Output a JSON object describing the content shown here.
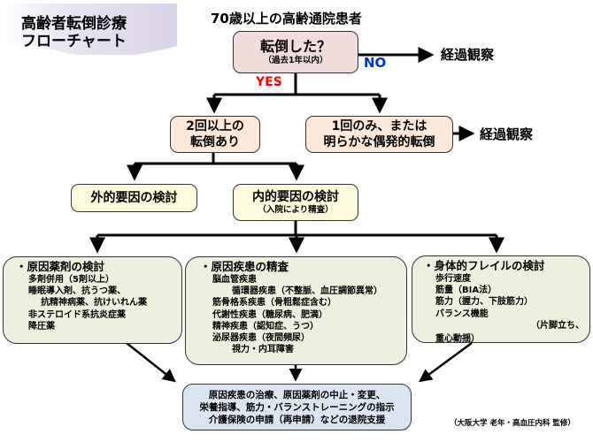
{
  "title": {
    "line1": "高齢者転倒診療",
    "line2": "フローチャート"
  },
  "start": {
    "label": "70歳以上の高齢通院患者"
  },
  "question": {
    "main": "転倒した？",
    "sub": "（過去1年以内）",
    "yes_label": "YES",
    "no_label": "NO",
    "no_outcome": "経過観察"
  },
  "branch_multiple": {
    "line1": "2回以上の",
    "line2": "転倒あり"
  },
  "branch_single": {
    "line1": "1回のみ、または",
    "line2": "明らかな偶発的転倒",
    "outcome": "経過観察"
  },
  "external": {
    "label": "外的要因の検討"
  },
  "internal": {
    "label": "内的要因の検討",
    "sub": "（入院により精査）"
  },
  "drugs": {
    "heading": "・原因薬剤の検討",
    "items": [
      "多剤併用（5剤以上）",
      "睡眠導入剤、抗うつ薬、",
      "抗精神病薬、抗けいれん薬",
      "非ステロイド系抗炎症薬",
      "降圧薬"
    ]
  },
  "diseases": {
    "heading": "・原因疾患の精査",
    "items": [
      "脳血管疾患",
      "循環器疾患（不整脈、血圧調節異常）",
      "筋骨格系疾患（骨粗鬆症含む）",
      "代謝性疾患（糖尿病、肥満）",
      "精神疾患（認知症、うつ）",
      "泌尿器疾患（夜間頻尿）",
      "視力・内耳障害"
    ]
  },
  "frailty": {
    "heading": "・身体的フレイルの検討",
    "items": [
      "歩行速度",
      "筋量（BIA法）",
      "筋力（握力、下肢筋力）",
      "バランス機能",
      "（片脚立ち、",
      "重心動揺）"
    ]
  },
  "final": {
    "line1": "原因疾患の治療、原因薬剤の中止・変更、",
    "line2": "栄養指導、筋力・バランストレーニングの指示",
    "line3": "介護保険の申請（再申請）などの退院支援"
  },
  "credit": "（大阪大学 老年・高血圧内科 監修）",
  "colors": {
    "yes": "#ff0000",
    "no": "#0033cc",
    "question_fill": "#f2dcdb",
    "branch_fill": "#fce9d9",
    "factor_fill": "#fdfadc",
    "detail_fill": "#ebf1de",
    "final_fill": "#dbe5f1"
  }
}
